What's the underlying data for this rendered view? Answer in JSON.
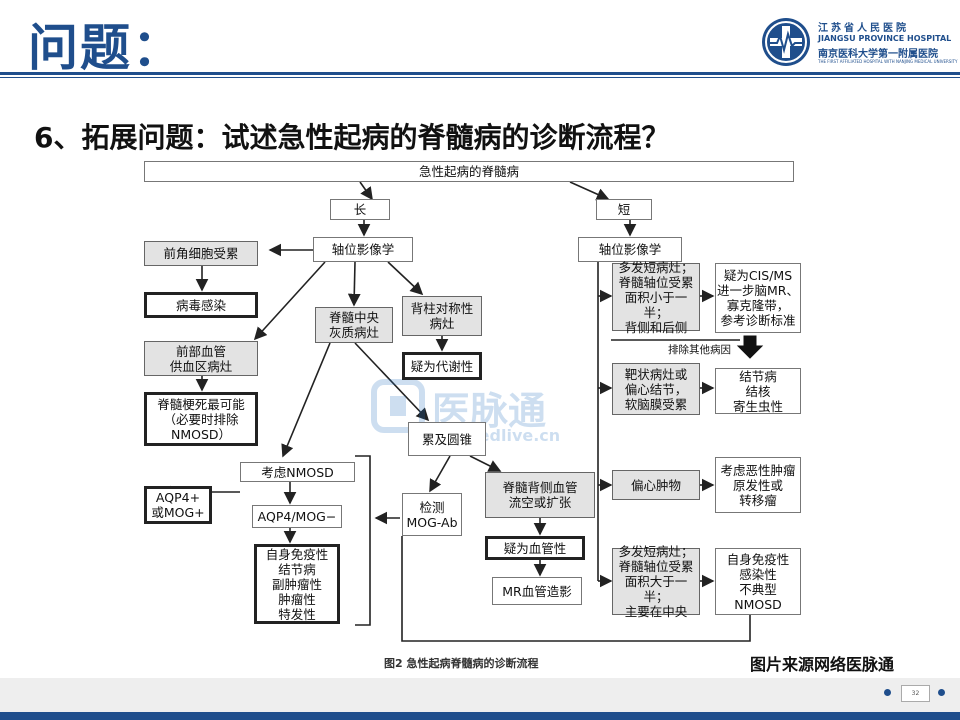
{
  "slide": {
    "title": "问题：",
    "question": "6、拓展问题：试述急性起病的脊髓病的诊断流程？",
    "source_note": "图片来源网络医脉通",
    "page_number": "32"
  },
  "logo": {
    "cn_name": "江苏省人民医院",
    "en_name": "JIANGSU PROVINCE HOSPITAL",
    "cn_name2": "南京医科大学第一附属医院",
    "small_text": "THE FIRST AFFILIATED HOSPITAL WITH NANJING MEDICAL UNIVERSITY"
  },
  "flowchart": {
    "top": "急性起病的脊髓病",
    "long": "长",
    "short": "短",
    "axial_left": "轴位影像学",
    "axial_right": "轴位影像学",
    "anterior_horn": "前角细胞受累",
    "viral": "病毒感染",
    "central_gray": "脊髓中央\n灰质病灶",
    "dorsal_sym": "背柱对称性\n病灶",
    "metabolic": "疑为代谢性",
    "anterior_vessel": "前部血管\n供血区病灶",
    "infarct": "脊髓梗死最可能\n（必要时排除\nNMOSD）",
    "conus": "累及圆锥",
    "nmosd": "考虑NMOSD",
    "aqp4_pos": "AQP4+\n或MOG+",
    "aqp4_neg": "AQP4/MOG−",
    "autoimmune_list": "自身免疫性\n结节病\n副肿瘤性\n肿瘤性\n特发性",
    "test_mog": "检测\nMOG-Ab",
    "dorsal_vessel": "脊髓背侧血管\n流空或扩张",
    "vascular": "疑为血管性",
    "mr_angio": "MR血管造影",
    "multi_short": "多发短病灶；\n脊髓轴位受累\n面积小于一半；\n背侧和后侧",
    "cis_ms": "疑为CIS/MS\n进一步脑MR、\n寡克隆带，\n参考诊断标准",
    "exclude": "排除其他病因",
    "target_lesion": "靶状病灶或\n偏心结节，\n软脑膜受累",
    "sarcoid_list": "结节病\n结核\n寄生虫性",
    "eccentric": "偏心肿物",
    "tumor": "考虑恶性肿瘤\n原发性或\n转移瘤",
    "multi_central": "多发短病灶；\n脊髓轴位受累\n面积大于一半；\n主要在中央",
    "autoimmune2": "自身免疫性\n感染性\n不典型NMOSD",
    "caption": "图2  急性起病脊髓病的诊断流程",
    "watermark": "医脉通",
    "watermark_url": "medlive.cn"
  },
  "colors": {
    "brand": "#1f4e8c"
  }
}
